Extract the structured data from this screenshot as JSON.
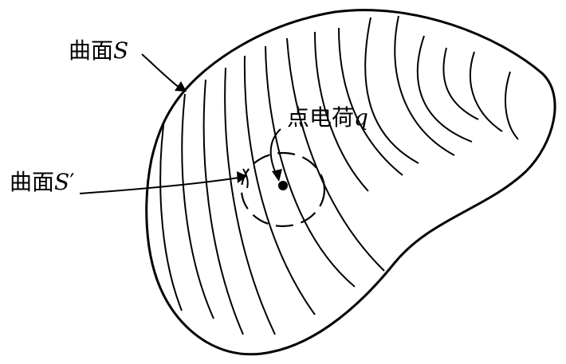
{
  "labels": {
    "surface_s": {
      "text": "曲面",
      "symbol": "S"
    },
    "surface_s_prime": {
      "text": "曲面",
      "symbol": "S",
      "prime": "′"
    },
    "point_charge": {
      "text": "点电荷",
      "symbol": "q"
    }
  }
}
